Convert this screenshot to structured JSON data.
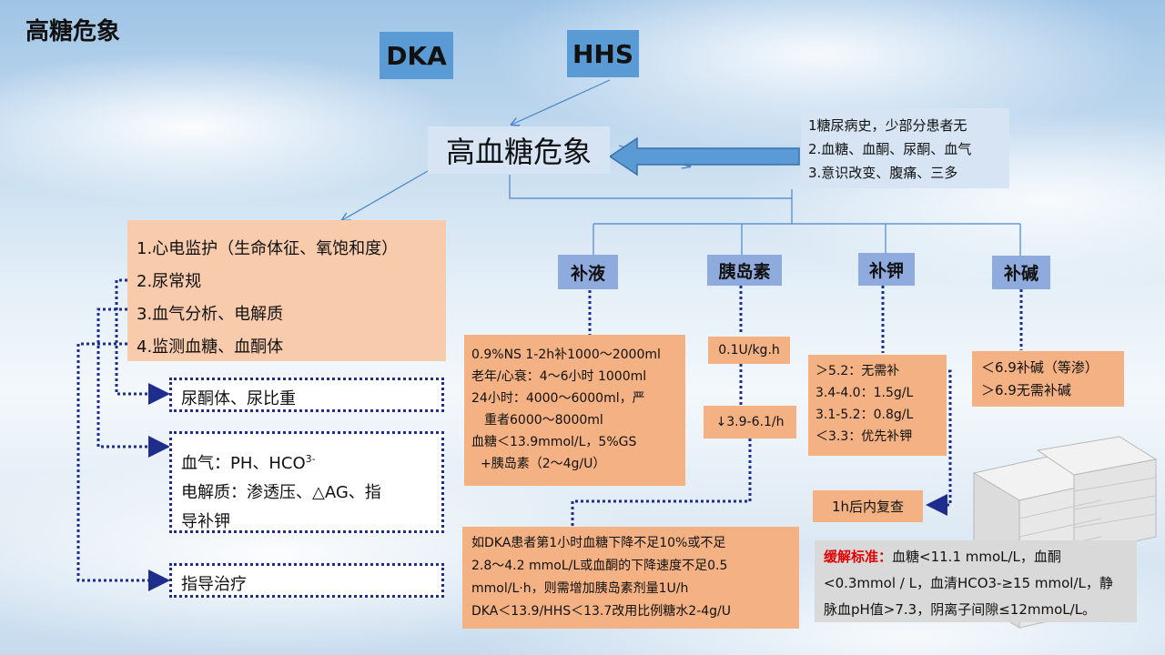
{
  "page": {
    "title": "高糖危象"
  },
  "top": {
    "dka": "DKA",
    "hhs": "HHS",
    "center": "高血糖危象"
  },
  "info": {
    "lines": [
      "1糖尿病史，少部分患者无",
      "2.血糖、血酮、尿酮、血气",
      "3.意识改变、腹痛、三多"
    ]
  },
  "monitor": {
    "items": [
      "1.心电监护（生命体征、氧饱和度）",
      "2.尿常规",
      "3.血气分析、电解质",
      "4.监测血糖、血酮体"
    ]
  },
  "sub": {
    "urine": "尿酮体、尿比重",
    "blood_gas_line1": "血气：PH、HCO",
    "blood_gas_sup": "3-",
    "blood_gas_line2": "电解质：渗透压、△AG、指",
    "blood_gas_line3": "导补钾",
    "guide": "指导治疗"
  },
  "categories": {
    "fluid": "补液",
    "insulin": "胰岛素",
    "potassium": "补钾",
    "alkali": "补碱"
  },
  "fluid": {
    "lines": [
      "0.9%NS 1-2h补1000～2000ml",
      "老年/心衰：4～6小时 1000ml",
      "24小时：4000～6000ml，严",
      "重者6000～8000ml",
      "血糖＜13.9mmol/L，5%GS",
      "+胰岛素（2～4g/U）"
    ]
  },
  "insulin": {
    "dose": "0.1U/kg.h",
    "rate": "↓3.9-6.1/h"
  },
  "potassium": {
    "lines": [
      "＞5.2：无需补",
      "3.4-4.0：1.5g/L",
      "3.1-5.2：0.8g/L",
      "＜3.3：优先补钾"
    ]
  },
  "alkali": {
    "lines": [
      "＜6.9补碱（等渗）",
      "＞6.9无需补碱"
    ]
  },
  "recheck": "1h后内复查",
  "dka_note": {
    "lines": [
      "如DKA患者第1小时血糖下降不足10%或不足",
      "2.8～4.2 mmoL/L或血酮的下降速度不足0.5",
      "mmol/L·h，则需增加胰岛素剂量1U/h",
      "DKA＜13.9/HHS＜13.7改用比例糖水2-4g/U"
    ]
  },
  "remission": {
    "label": "缓解标准：",
    "line1": "血糖<11.1 mmoL/L，血酮",
    "line2": "<0.3mmol / L，血清HCO3-≥15 mmol/L，静",
    "line3": "脉血pH值>7.3，阴离子间隙≤12mmoL/L。"
  }
}
